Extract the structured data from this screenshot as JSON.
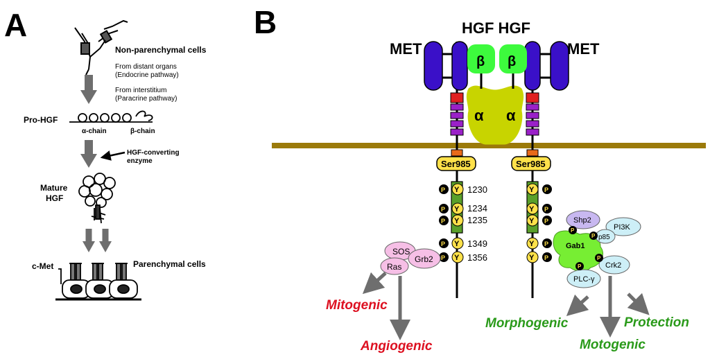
{
  "panel_a": {
    "letter": "A",
    "source_label": "Non-parenchymal cells",
    "distant_line1": "From distant organs",
    "distant_line2": "(Endocrine pathway)",
    "interstitium_line1": "From interstitium",
    "interstitium_line2": "(Paracrine pathway)",
    "prohgf_label": "Pro-HGF",
    "alpha_chain": "α-chain",
    "beta_chain": "β-chain",
    "enzyme_line1": "HGF-converting",
    "enzyme_line2": "enzyme",
    "mature_line1": "Mature",
    "mature_line2": "HGF",
    "cmet_label": "c-Met",
    "parenchymal_label": "Parenchymal cells"
  },
  "panel_b": {
    "letter": "B",
    "hgf_title": "HGF HGF",
    "met_left": "MET",
    "met_right": "MET",
    "beta": "β",
    "alpha": "α",
    "ser_left": "Ser985",
    "ser_right": "Ser985",
    "y_letter": "Y",
    "p_letter": "P",
    "site_1230": "1230",
    "site_1234": "1234",
    "site_1235": "1235",
    "site_1349": "1349",
    "site_1356": "1356",
    "sos": "SOS",
    "ras": "Ras",
    "grb2": "Grb2",
    "shp2": "Shp2",
    "pi3k": "PI3K",
    "p85": "p85",
    "gab1": "Gab1",
    "crk2": "Crk2",
    "plc": "PLC-γ",
    "mitogenic": "Mitogenic",
    "angiogenic": "Angiogenic",
    "morphogenic": "Morphogenic",
    "motogenic": "Motogenic",
    "protection": "Protection"
  },
  "colors": {
    "membrane": "#9b7a0a",
    "met_body": "#3a10c8",
    "hgf_beta": "#3dfa3d",
    "hgf_alpha": "#c8d400",
    "ser_box": "#ffe14a",
    "kinase": "#5aa02a",
    "phospho": "#000000",
    "tyrosine": "#ffe14a",
    "red_band": "#e02020",
    "purple_band": "#9a20c8",
    "adaptor_pink": "#f6bfe6",
    "adaptor_blue": "#cdeff7",
    "shp2": "#c8b8f0",
    "gab1": "#77ee33",
    "red_text": "#dd1020",
    "green_text": "#2a9a1a",
    "arrow_gray": "#6e6e6e"
  }
}
